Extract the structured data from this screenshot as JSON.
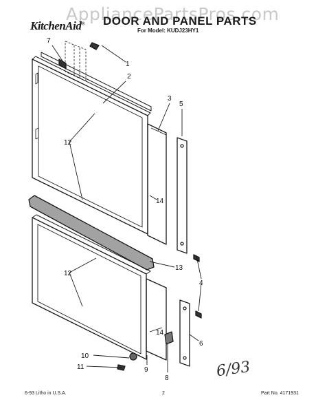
{
  "watermark": "AppliancePartsPros.com",
  "brand": "KitchenAid",
  "brand_mark": "®",
  "title": "DOOR AND PANEL PARTS",
  "model_line": "For Model: KUDJ23HY1",
  "callouts": {
    "c1": "1",
    "c2": "2",
    "c3": "3",
    "c4": "4",
    "c5": "5",
    "c6": "6",
    "c7": "7",
    "c8": "8",
    "c9": "9",
    "c10": "10",
    "c11": "11",
    "c12a": "12",
    "c12b": "12",
    "c13": "13",
    "c14a": "14",
    "c14b": "14"
  },
  "handwritten_note": "6/93",
  "footer": {
    "left": "6-93  Litho in U.S.A.",
    "center": "2",
    "right": "Part No. 4171931"
  }
}
